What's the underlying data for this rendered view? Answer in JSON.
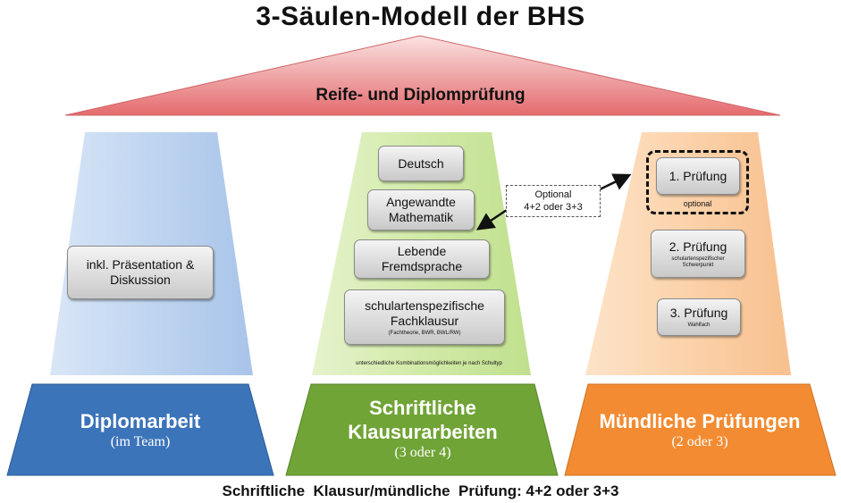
{
  "title": "3-Säulen-Modell der BHS",
  "roof": {
    "label": "Reife- und Diplomprüfung"
  },
  "columns": {
    "left": {
      "box": "inkl. Präsentation & Diskussion",
      "base_title": "Diplomarbeit",
      "base_sub": "(im Team)"
    },
    "middle": {
      "boxes": [
        {
          "label": "Deutsch"
        },
        {
          "label": "Angewandte Mathematik"
        },
        {
          "label": "Lebende Fremdsprache"
        },
        {
          "label": "schulartenspezifische Fachklausur",
          "sub": "(Fachtheorie, BWR, BWL/RW)"
        }
      ],
      "note": "unterschiedliche Kombinationsmöglichkeiten je nach Schultyp",
      "base_title_1": "Schriftliche",
      "base_title_2": "Klausurarbeiten",
      "base_sub": "(3 oder 4)"
    },
    "right": {
      "boxes": [
        {
          "label": "1. Prüfung"
        },
        {
          "label": "2. Prüfung",
          "sub": "schulartenspezifischer Schwerpunkt"
        },
        {
          "label": "3. Prüfung",
          "sub": "Wahlfach"
        }
      ],
      "optional_label": "optional",
      "base_title": "Mündliche Prüfungen",
      "base_sub": "(2 oder 3)"
    }
  },
  "optional_note": {
    "line1": "Optional",
    "line2": "4+2 oder 3+3"
  },
  "footer": "Schriftliche  Klausur/mündliche  Prüfung: 4+2 oder 3+3",
  "colors": {
    "roof": "#e8787a",
    "left_column": "#c5d9f1",
    "left_base": "#3a72b8",
    "middle_column": "#d6ecb0",
    "middle_base": "#6ea234",
    "right_column": "#fbd6b2",
    "right_base": "#f08a30"
  }
}
